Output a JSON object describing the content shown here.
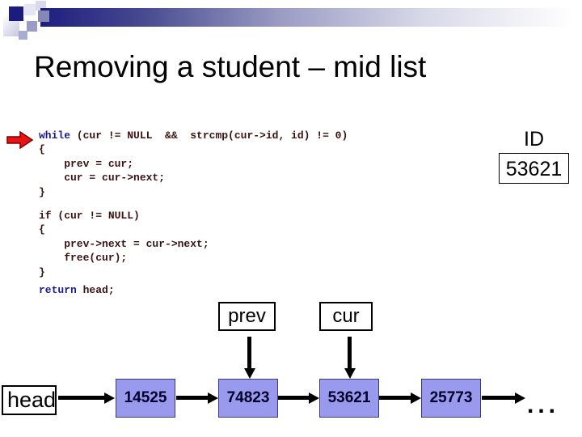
{
  "title": "Removing a student – mid list",
  "colors": {
    "keyword": "#1a1a8c",
    "code": "#3a1212",
    "node_fill": "#9999ee",
    "arrow_red": "#e81313"
  },
  "code": {
    "block1": {
      "kw_while": "while",
      "while_rest": " (cur != NULL  &&  strcmp(cur->id, id) != 0)",
      "open_brace": "{",
      "stmt1": "    prev = cur;",
      "stmt2": "    cur = cur->next;",
      "close_brace": "}"
    },
    "block2": {
      "if_line": "if (cur != NULL)",
      "open_brace": "{",
      "stmt1": "    prev->next = cur->next;",
      "stmt2": "    free(cur);",
      "close_brace": "}"
    },
    "return_line": {
      "kw_return": "return",
      "rest": " head;"
    }
  },
  "annotation": {
    "id_label": "ID",
    "id_value": "53621"
  },
  "pointers": {
    "prev": "prev",
    "cur": "cur"
  },
  "list": {
    "head_label": "head",
    "nodes": [
      "14525",
      "74823",
      "53621",
      "25773"
    ],
    "ellipsis": "..."
  }
}
